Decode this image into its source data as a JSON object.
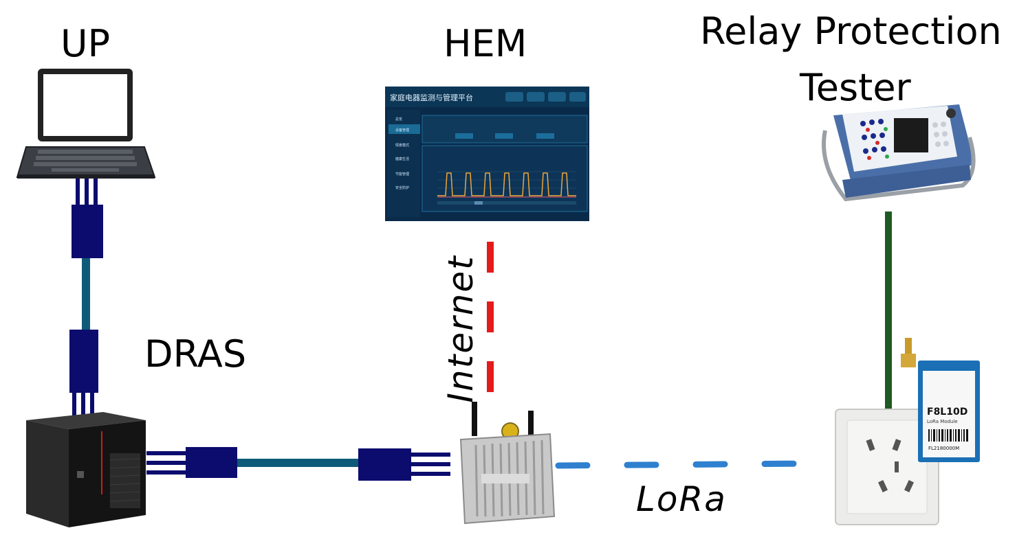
{
  "labels": {
    "up": "UP",
    "hem": "HEM",
    "relay_line1": "Relay Protection",
    "relay_line2": "Tester",
    "dras": "DRAS",
    "internet": "Internet",
    "lora": "LoRa"
  },
  "hem_screen": {
    "title": "家庭电器监测与管理平台",
    "menu": [
      "总览",
      "设备管理",
      "情景模式",
      "健康生活",
      "节能管理",
      "安全防护"
    ]
  },
  "lora_module": {
    "model": "F8L10D",
    "subtitle": "LoRa Module",
    "serial": "FL2180000M"
  },
  "colors": {
    "cable": "#0f5a78",
    "connector": "#0c0c6e",
    "internet_link": "#e31b1b",
    "lora_link": "#2f80cf",
    "tester_link": "#1e5b22"
  },
  "icons": [
    "laptop-icon",
    "hem-screen-icon",
    "relay-tester-icon",
    "server-tower-icon",
    "gateway-icon",
    "power-socket-icon",
    "lora-module-icon"
  ]
}
